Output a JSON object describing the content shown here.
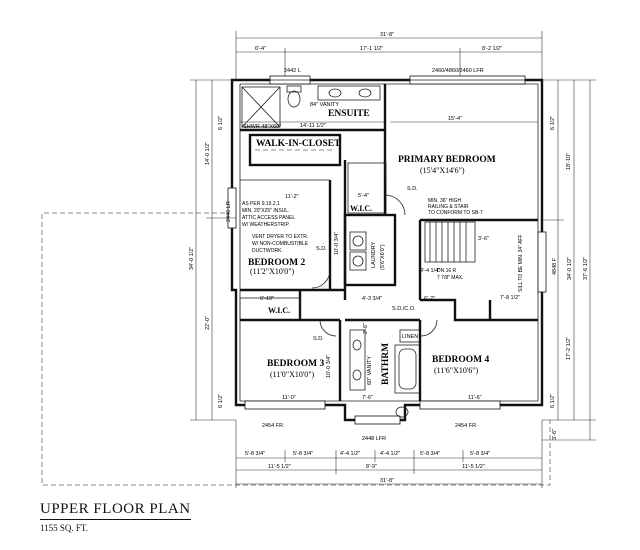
{
  "drawing": {
    "title": "UPPER FLOOR PLAN",
    "area": "1155 SQ. FT."
  },
  "rooms": {
    "primary_bedroom": {
      "name": "PRIMARY BEDROOM",
      "size": "(15'4\"X14'6\")"
    },
    "ensuite": {
      "name": "ENSUITE"
    },
    "walk_in_closet": {
      "name": "WALK-IN-CLOSET"
    },
    "bedroom_2": {
      "name": "BEDROOM 2",
      "size": "(11'2\"X10'0\")"
    },
    "bedroom_3": {
      "name": "BEDROOM 3",
      "size": "(11'0\"X10'0\")"
    },
    "bedroom_4": {
      "name": "BEDROOM 4",
      "size": "(11'6\"X10'6\")"
    },
    "bathroom": {
      "name": "BATHRM"
    },
    "laundry": {
      "name": "LAUNDRY",
      "size": "(5'6\"X6'0\")"
    },
    "wic_1": {
      "name": "W.I.C."
    },
    "wic_2": {
      "name": "W.I.C."
    },
    "linen": {
      "name": "LINEN"
    }
  },
  "fixtures": {
    "shower": "SHWR 48\"X60\"",
    "vanity_ensuite": "84\" VANITY",
    "vanity_bath": "60\" VANITY",
    "sd_labels": [
      "S.D.",
      "S.D.",
      "S.D.",
      "S.D./C.O."
    ]
  },
  "notes": {
    "attic": [
      "AS PER 9.19.2.1",
      "MIN. 20\"X25\" INSUL.",
      "ATTIC ACCESS PANEL",
      "W/ WEATHERSTRIP."
    ],
    "dryer": [
      "VENT DRYER TO EXTR.",
      "W/ NON-COMBUSTIBLE",
      "DUCTWORK."
    ],
    "railing": [
      "MIN. 36\" HIGH",
      "RAILING & STAIR",
      "TO CONFORM TO SB-7"
    ],
    "stair": [
      "DN 16 R",
      "7 7/8\" MAX."
    ],
    "sill": "SILL TO BE MIN. 34\" AFF"
  },
  "windows": {
    "top_left": "2442 L",
    "top_right": "2460/4860/2460 LFR",
    "left": "2446 LR",
    "right": "4848 F",
    "bottom_left": "2454 FR",
    "bottom_mid": "2448 LFR",
    "bottom_right": "2454 FR"
  },
  "dimensions": {
    "top_overall": "31'-8\"",
    "top_segments": [
      "6'-4\"",
      "17'-1 1/2\"",
      "8'-2 1/2\""
    ],
    "ensuite_inner": "14'-11 1/2\"",
    "primary_inner": "15'-4\"",
    "bottom_row1": [
      "5'-8 3/4\"",
      "5'-8 3/4\"",
      "4'-4 1/2\"",
      "4'-4 1/2\"",
      "5'-8 3/4\"",
      "5'-8 3/4\""
    ],
    "bottom_row2": [
      "11'-5 1/2\"",
      "8'-9\"",
      "11'-5 1/2\""
    ],
    "bottom_overall": "31'-8\"",
    "left_outer": "34'-0 1/2\"",
    "left_upper": "14'-0 1/2\"",
    "left_lower": "22'-0\"",
    "right_outer": "37'-6 1/2\"",
    "right_mid": "34'-0 1/2\"",
    "right_top": "18'-10\"",
    "right_bottom": "17'-2 1/2\"",
    "right_small": "3'-6\"",
    "wall_thickness": "6 1/2\"",
    "interior": [
      "11'-2\"",
      "11'-0\"",
      "11'-6\"",
      "6'-10\"",
      "5'-4\"",
      "6'-2\"",
      "3'-6\"",
      "4'-4 1/4\"",
      "10'-0 3/4\"",
      "10'-0 3/4\"",
      "7'-6\"",
      "7'-8 1/2\"",
      "4'-3 3/4\"",
      "2'-6\""
    ]
  }
}
